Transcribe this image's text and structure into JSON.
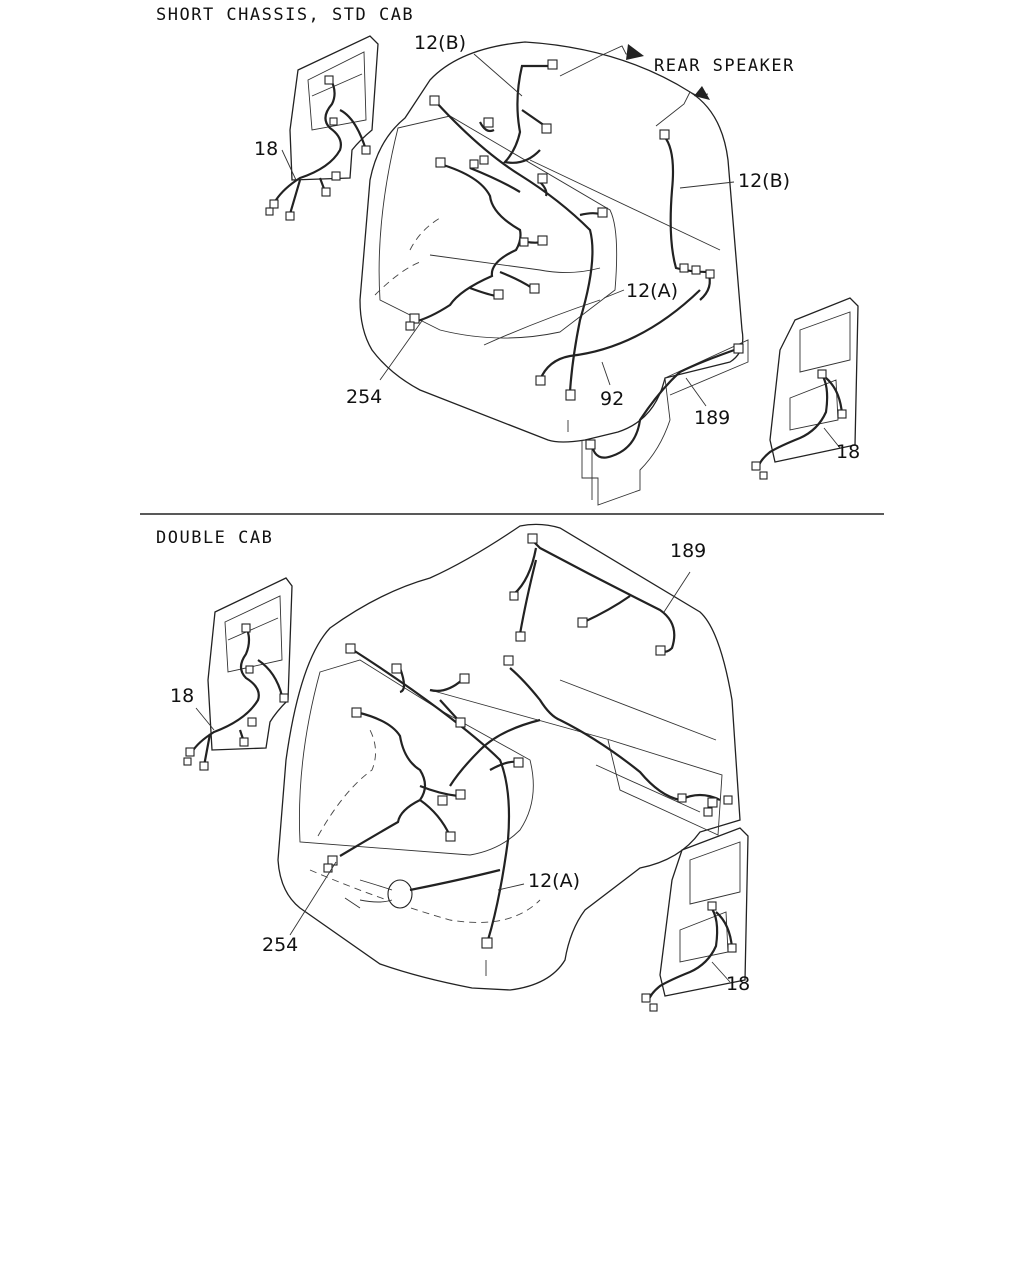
{
  "top_view": {
    "heading": "SHORT CHASSIS, STD CAB",
    "callouts": {
      "c12b_top": "12(B)",
      "rear_speaker": "REAR SPEAKER",
      "c12b_right": "12(B)",
      "c18_left": "18",
      "c12a": "12(A)",
      "c254": "254",
      "c92": "92",
      "c189": "189",
      "c18_right": "18"
    }
  },
  "bottom_view": {
    "heading": "DOUBLE CAB",
    "callouts": {
      "c189": "189",
      "c18_left": "18",
      "c12a": "12(A)",
      "c254": "254",
      "c18_right": "18"
    }
  }
}
